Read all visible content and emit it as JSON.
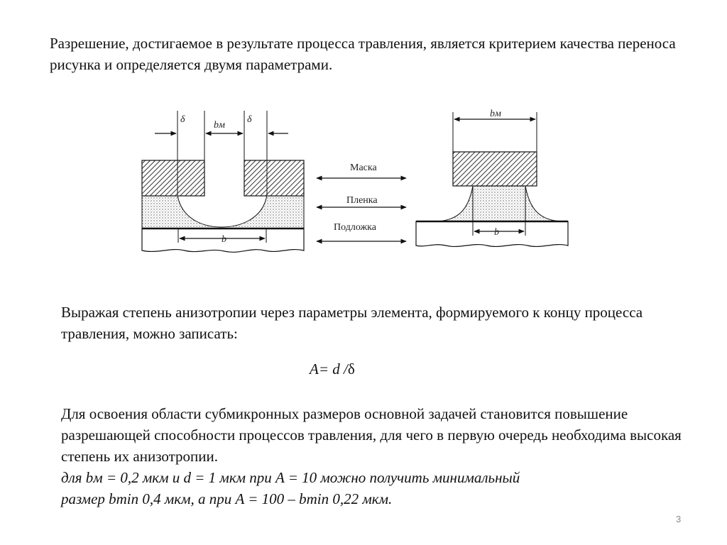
{
  "slide": {
    "intro": "Разрешение, достигаемое в результате процесса травления, является критерием качества переноса рисунка и определяется двумя параметрами.",
    "anisotropy_text": "Выражая степень анизотропии через параметры элемента, формируемого к концу процесса травления, можно записать:",
    "formula": {
      "left": "A= d /",
      "delta": "δ"
    },
    "submicron_text": "Для освоения области субмикронных размеров основной задачей становится повышение разрешающей способности процессов травления, для чего в первую очередь необходима высокая степень их анизотропии.",
    "example_line1": "для bм = 0,2 мкм и d = 1 мкм при A = 10 можно получить минимальный",
    "example_line2": "размер bmin 0,4 мкм, а при A = 100 – bmin 0,22 мкм.",
    "page_number": "3"
  },
  "figure": {
    "labels": {
      "delta_left": "δ",
      "delta_right": "δ",
      "bm_left": "bм",
      "bm_right": "bм",
      "b_left": "b",
      "b_right": "b",
      "mask": "Маска",
      "film": "Пленка",
      "substrate": "Подложка"
    }
  }
}
